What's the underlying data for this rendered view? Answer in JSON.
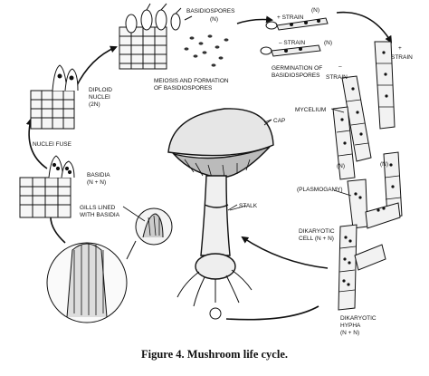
{
  "labels": {
    "basidiospores": "BASIDIOSPORES",
    "basidiospores_n": "(N)",
    "plus_strain": "+ STRAIN",
    "plus_n": "(N)",
    "minus_strain": "– STRAIN",
    "minus_n": "(N)",
    "right_plus": "+",
    "right_strain_top": "STRAIN",
    "right_minus": "–",
    "right_strain_mid": "STRAIN",
    "germination_1": "GERMINATION OF",
    "germination_2": "BASIDIOSPORES",
    "meiosis_1": "MEIOSIS AND FORMATION",
    "meiosis_2": "OF BASIDIOSPORES",
    "diploid_1": "DIPLOID",
    "diploid_2": "NUCLEI",
    "diploid_3": "(2N)",
    "nuclei_fuse": "NUCLEI FUSE",
    "basidia_1": "BASIDIA",
    "basidia_2": "(N + N)",
    "gills_1": "GILLS LINED",
    "gills_2": "WITH BASIDIA",
    "cap": "CAP",
    "stalk": "STALK",
    "mycelium": "MYCELIUM",
    "n_left": "(N)",
    "n_right": "(N)",
    "plasmogamy": "(PLASMOGAMY)",
    "dikaryotic_cell_1": "DIKARYOTIC",
    "dikaryotic_cell_2": "CELL (N + N)",
    "dikaryotic_hypha_1": "DIKARYOTIC",
    "dikaryotic_hypha_2": "HYPHA",
    "dikaryotic_hypha_3": "(N + N)"
  },
  "caption": "Figure 4. Mushroom life cycle."
}
